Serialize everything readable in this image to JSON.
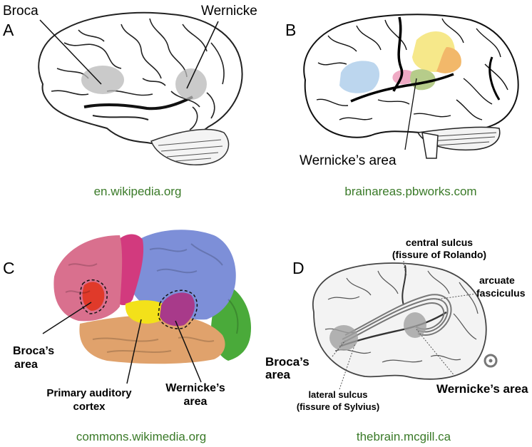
{
  "panels": {
    "a": {
      "letter": "A",
      "label_broca": "Broca",
      "label_wernicke": "Wernicke",
      "source": "en.wikipedia.org"
    },
    "b": {
      "letter": "B",
      "label_wernicke": "Wernicke’s area",
      "source": "brainareas.pbworks.com"
    },
    "c": {
      "letter": "C",
      "label_broca_line1": "Broca’s",
      "label_broca_line2": "area",
      "label_auditory_line1": "Primary auditory",
      "label_auditory_line2": "cortex",
      "label_wernicke_line1": "Wernicke’s",
      "label_wernicke_line2": "area",
      "source": "commons.wikimedia.org"
    },
    "d": {
      "letter": "D",
      "label_central_line1": "central sulcus",
      "label_central_line2": "(fissure of Rolando)",
      "label_arcuate_line1": "arcuate",
      "label_arcuate_line2": "fasciculus",
      "label_broca_line1": "Broca’s",
      "label_broca_line2": "area",
      "label_lateral_line1": "lateral sulcus",
      "label_lateral_line2": "(fissure of Sylvius)",
      "label_wernicke": "Wernicke’s area",
      "source": "thebrain.mcgill.ca"
    }
  },
  "colors": {
    "source_green": "#3a7a28",
    "b_blue": "#bcd6ee",
    "b_yellow": "#f6e88a",
    "b_orange": "#f2b86a",
    "b_pink": "#efaac4",
    "b_green": "#b6cc8a",
    "c_pink": "#d9708e",
    "c_magenta": "#d23a7e",
    "c_blue": "#7d8fd8",
    "c_red": "#e03a2a",
    "c_yellow": "#f3e11a",
    "c_tan": "#e0a26c",
    "c_green": "#4aaa3a",
    "c_purple": "#a83a8a"
  }
}
